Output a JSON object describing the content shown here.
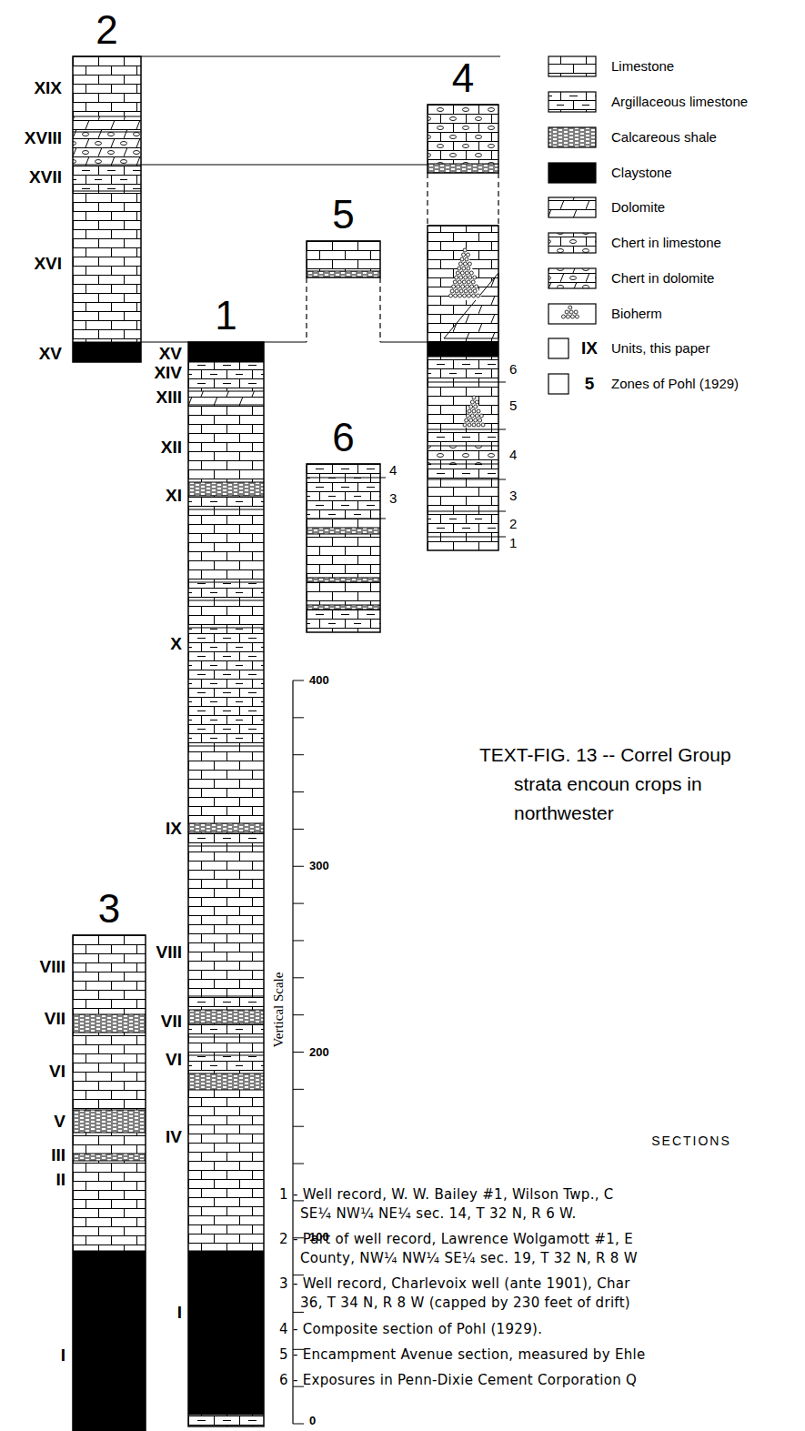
{
  "diagram": {
    "caption": "TEXT-FIG. 13 -- Correl Group strata encoun crops in northwester",
    "nodes": [
      {
        "text": [
          "2"
        ]
      },
      {
        "text": [
          "4"
        ]
      },
      {
        "text": [
          "5"
        ]
      },
      {
        "text": [
          "1"
        ]
      },
      {
        "text": [
          "6"
        ]
      },
      {
        "text": [
          "3"
        ]
      }
    ],
    "edges": [
      {
        "from": 0,
        "to": 1,
        "arrow": "none"
      },
      {
        "from": 0,
        "to": 3,
        "arrow": "none"
      },
      {
        "from": 3,
        "to": 2,
        "arrow": "none"
      },
      {
        "from": 2,
        "to": 1,
        "arrow": "none"
      }
    ],
    "labels": [
      "XIX",
      "XVIII",
      "XVII",
      "XVI",
      "XV",
      "XV",
      "XIV",
      "XIII",
      "XII",
      "XI",
      "X",
      "IX",
      "VIII",
      "VII",
      "VI",
      "IV",
      "I",
      "VIII",
      "VII",
      "VI",
      "V",
      "III",
      "II",
      "I",
      "6",
      "5",
      "4",
      "3",
      "2",
      "1",
      "4",
      "3",
      "0",
      "100",
      "200",
      "300",
      "400",
      "Vertical Scale",
      "IX",
      "5",
      "SECTIONS",
      "1 - Well record, W. W. Bailey #1, Wilson Twp., C",
      "SE¼ NW¼ NE¼ sec. 14, T 32 N, R 6 W.",
      "2 - Part of well record, Lawrence Wolgamott #1, E",
      "County, NW¼ NW¼ SE¼ sec. 19, T 32 N, R 8 W",
      "3 - Well record, Charlevoix well (ante 1901), Char",
      "36, T 34 N, R 8 W (capped by 230 feet of drift)",
      "4 - Composite section of Pohl (1929).",
      "5 - Encampment Avenue section, measured by Ehle",
      "6 - Exposures in Penn-Dixie Cement Corporation Q"
    ],
    "legend": [
      {
        "text": "Limestone"
      },
      {
        "text": "Argillaceous limestone"
      },
      {
        "text": "Calcareous shale"
      },
      {
        "text": "Claystone",
        "color": "#000000"
      },
      {
        "text": "Dolomite"
      },
      {
        "text": "Chert in limestone"
      },
      {
        "text": "Chert in dolomite"
      },
      {
        "text": "Bioherm"
      },
      {
        "text": "Units, this paper"
      },
      {
        "text": "Zones of Pohl (1929)"
      }
    ]
  }
}
